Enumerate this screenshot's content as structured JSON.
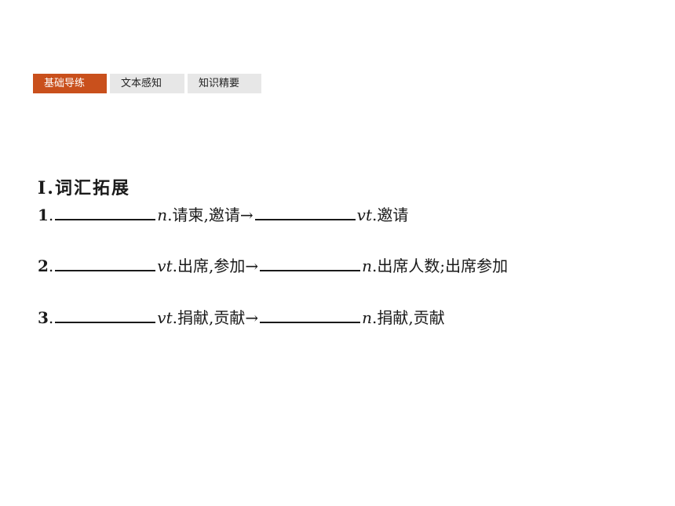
{
  "tabs": [
    {
      "label": "基础导练",
      "active": true
    },
    {
      "label": "文本感知",
      "active": false
    },
    {
      "label": "知识精要",
      "active": false
    }
  ],
  "section_title": "Ⅰ.词汇拓展",
  "items": [
    {
      "num": "1",
      "dot": ".",
      "pos1": "n",
      "meaning1": ".请柬,邀请→",
      "pos2": "vt",
      "meaning2": ".邀请"
    },
    {
      "num": "2",
      "dot": ".",
      "pos1": "vt",
      "meaning1": ".出席,参加→",
      "pos2": "n",
      "meaning2": ".出席人数;出席参加"
    },
    {
      "num": "3",
      "dot": ".",
      "pos1": "vt",
      "meaning1": ".捐献,贡献→",
      "pos2": "n",
      "meaning2": ".捐献,贡献"
    }
  ],
  "colors": {
    "active_tab": "#c9501c",
    "inactive_tab": "#e7e7e7"
  }
}
